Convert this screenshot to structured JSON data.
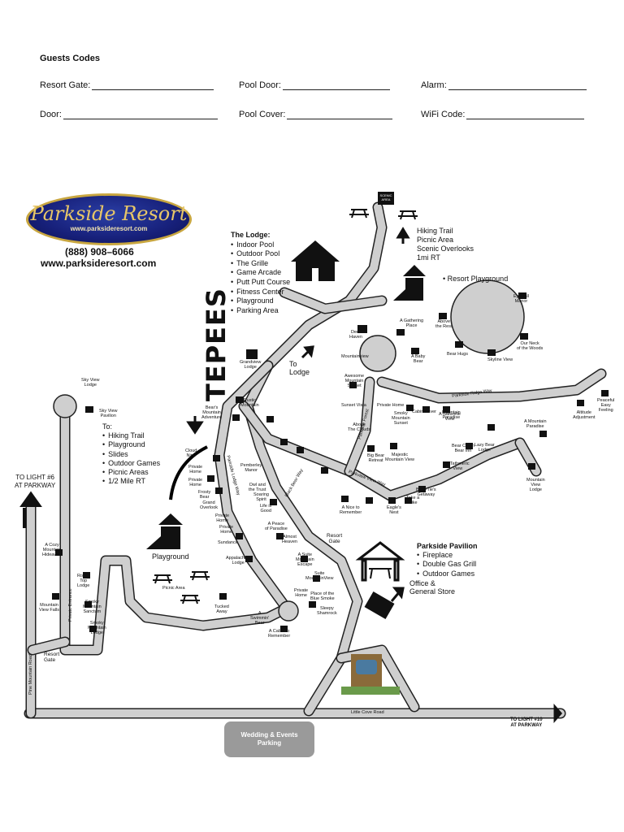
{
  "header": {
    "title": "Guests Codes",
    "fields": [
      {
        "label": "Resort Gate:"
      },
      {
        "label": "Pool Door:"
      },
      {
        "label": "Alarm:"
      },
      {
        "label": "Door:"
      },
      {
        "label": "Pool Cover:"
      },
      {
        "label": "WiFi Code:"
      }
    ]
  },
  "brand": {
    "name": "Parkside Resort",
    "url_small": "www.parksideresort.com",
    "phone": "(888) 908–6066",
    "url": "www.parksideresort.com"
  },
  "lodge": {
    "title": "The Lodge:",
    "items": [
      "Indoor Pool",
      "Outdoor Pool",
      "The Grille",
      "Game Arcade",
      "Putt Putt Course",
      "Fitness Center",
      "Playground",
      "Parking Area"
    ]
  },
  "to_list": {
    "title": "To:",
    "items": [
      "Hiking Trail",
      "Playground",
      "Slides",
      "Outdoor Games",
      "Picnic Areas",
      "1/2 Mile RT"
    ]
  },
  "hiking": {
    "lines": [
      "Hiking Trail",
      "Picnic Area",
      "Scenic Overlooks",
      "1mi RT"
    ]
  },
  "pavilion": {
    "title": "Parkside Pavilion",
    "items": [
      "Fireplace",
      "Double  Gas Grill",
      "Outdoor Games"
    ]
  },
  "labels": {
    "tepees": "TEPEES",
    "to_lodge": "To\nLodge",
    "resort_playground": "Resort Playground",
    "playground": "Playground",
    "picnic_area": "Picnic Area",
    "office": "Office &\nGeneral Store",
    "resort_gate_mid": "Resort\nGate",
    "resort_gate_left": "Resort\nGate",
    "to_light6": "TO LIGHT #6\nAT PARKWAY",
    "to_light10": "TO LIGHT #10\nAT PARKWAY",
    "scenic_area": "SCENIC\nAREA",
    "wedding": "Wedding & Events\nParking",
    "little_cove_road": "Little Cove Road",
    "pine_mountain_road": "Pine Mountain Road",
    "private_entrance": "Private Entrance",
    "parkside_ridge_way": "Parkside Ridge Way",
    "parkside_forest": "Parkside Forest",
    "parkview_view_way": "Parkview View Way",
    "parkside_lodge_way": "Parkside Lodge Way",
    "black_bear_way": "Black Bear Way"
  },
  "cabins": [
    {
      "t": "Sky View\nLodge"
    },
    {
      "t": "Sky View\nPavilion"
    },
    {
      "t": "A Cozy\nMountain\nHideaway"
    },
    {
      "t": "Rocky\nTop\nLodge"
    },
    {
      "t": "Mountain\nView Falls"
    },
    {
      "t": "Smoky\nMountain\nSanctum"
    },
    {
      "t": "Smoky\nMountain\nLodge"
    },
    {
      "t": "Bear's\nMountain\nAdventure"
    },
    {
      "t": "Grandview\nLodge"
    },
    {
      "t": "Rustic\nMountain"
    },
    {
      "t": "Cloud\nNine"
    },
    {
      "t": "Private\nHome"
    },
    {
      "t": "Private\nHome"
    },
    {
      "t": "Frosty\nBear"
    },
    {
      "t": "Grand\nOverlook"
    },
    {
      "t": "Private\nHome"
    },
    {
      "t": "Private\nHome"
    },
    {
      "t": "Sundance"
    },
    {
      "t": "Appalachian\nLodge"
    },
    {
      "t": "Tucked\nAway"
    },
    {
      "t": "A\nSwimmin'\nBear"
    },
    {
      "t": "A Cabin to\nRemember"
    },
    {
      "t": "Pemberley\nManor"
    },
    {
      "t": "Owl and\nthe Trust"
    },
    {
      "t": "Soaring\nSpirit"
    },
    {
      "t": "Life is\nGood"
    },
    {
      "t": "A Peace\nof Paradise"
    },
    {
      "t": "Almost\nHeaven"
    },
    {
      "t": "A Suite\nMountain\nEscape"
    },
    {
      "t": "Suite\nMountainView"
    },
    {
      "t": "Private\nHome"
    },
    {
      "t": "Place of the\nBlue Smoke"
    },
    {
      "t": "Sleepy\nShamrock"
    },
    {
      "t": "Deer\nHaven"
    },
    {
      "t": "A Gathering\nPlace"
    },
    {
      "t": "Above\nthe Rest"
    },
    {
      "t": "Bear Hugs"
    },
    {
      "t": "Skyline View"
    },
    {
      "t": "Our Neck\nof the Woods"
    },
    {
      "t": "Eyewall\nManor"
    },
    {
      "t": "Mountainview"
    },
    {
      "t": "A Baby\nBear"
    },
    {
      "t": "Awesome\nMountain\nSunset"
    },
    {
      "t": "Sunset Vista"
    },
    {
      "t": "Above\nThe Clouds"
    },
    {
      "t": "Private Home"
    },
    {
      "t": "Smoky\nMountain\nSunset"
    },
    {
      "t": "Cabin Fever"
    },
    {
      "t": "A Naturelle\nView"
    },
    {
      "t": "Mountain\nParadise"
    },
    {
      "t": "Peaceful\nEasy\nFeeling"
    },
    {
      "t": "Altitude\nAdjustment"
    },
    {
      "t": "A Mountain\nParadise"
    },
    {
      "t": "Bear Chill'n\nBear Inn"
    },
    {
      "t": "Lazy Bear\nLodge"
    },
    {
      "t": "A Tathmeric\nView"
    },
    {
      "t": "Mountain\nView\nLodge"
    },
    {
      "t": "Big Bear\nRetreat"
    },
    {
      "t": "Majestic\nMountain View"
    },
    {
      "t": "A Nice to\nRemember"
    },
    {
      "t": "Eagle's\nNest"
    },
    {
      "t": "Take a\nHike"
    },
    {
      "t": "Bear-Tie's\nGetaway"
    }
  ]
}
